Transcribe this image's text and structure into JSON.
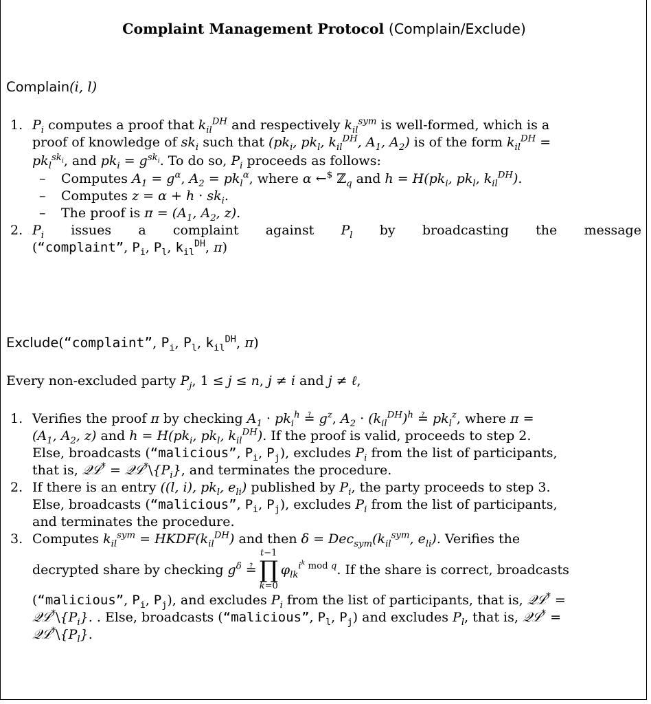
{
  "title": {
    "bold": "Complaint Management Protocol",
    "rest": " (Complain/Exclude)"
  },
  "complain": {
    "heading_sans": "Complain",
    "heading_args": "(i, l)",
    "items": [
      {
        "number": "1.",
        "line1": "computes a proof that",
        "line1b": "and respectively",
        "line1c": "is well-formed, which is a",
        "line2": "proof of knowledge of",
        "line2b": "such that",
        "line2c": "is of the form",
        "line3b": ", and",
        "line3c": ". To do so,",
        "line3d": "proceeds as follows:",
        "bullets": [
          {
            "dash": "–",
            "text": "Computes",
            "where": "where",
            "and": "and"
          },
          {
            "dash": "–",
            "text": "Computes"
          },
          {
            "dash": "–",
            "text": "The proof is"
          }
        ]
      },
      {
        "number": "2.",
        "words": "issues a complaint against",
        "words2": "by broadcasting the message",
        "msg": "“complaint”"
      }
    ]
  },
  "exclude": {
    "heading_sans": "Exclude",
    "msg": "“complaint”",
    "intro": "Every non-excluded party",
    "items": [
      {
        "number": "1.",
        "a": "Verifies the proof",
        "b": "by checking",
        "c": ", where",
        "d": "and",
        "e": ". If the proof is valid, proceeds to step 2.",
        "f": "Else, broadcasts (",
        "g": "), excludes",
        "h": "from the list of participants,",
        "i": "that is,",
        "j": ", and terminates the procedure."
      },
      {
        "number": "2.",
        "a": "If there is an entry",
        "b": "published by",
        "c": ", the party proceeds to step 3.",
        "d": "Else, broadcasts (",
        "e": "), excludes",
        "f": "from the list of participants,",
        "g": "and terminates the procedure."
      },
      {
        "number": "3.",
        "a": "Computes",
        "b": "and then",
        "c": ". Verifies the",
        "d": "decrypted share by checking",
        "e": ". If the share is correct, broadcasts",
        "f": "), and excludes",
        "g": "from the list of participants, that is,",
        "h": ". Else, broadcasts (",
        "i": ") and excludes",
        "j": ", that is,"
      }
    ],
    "malicious": "“malicious”"
  }
}
